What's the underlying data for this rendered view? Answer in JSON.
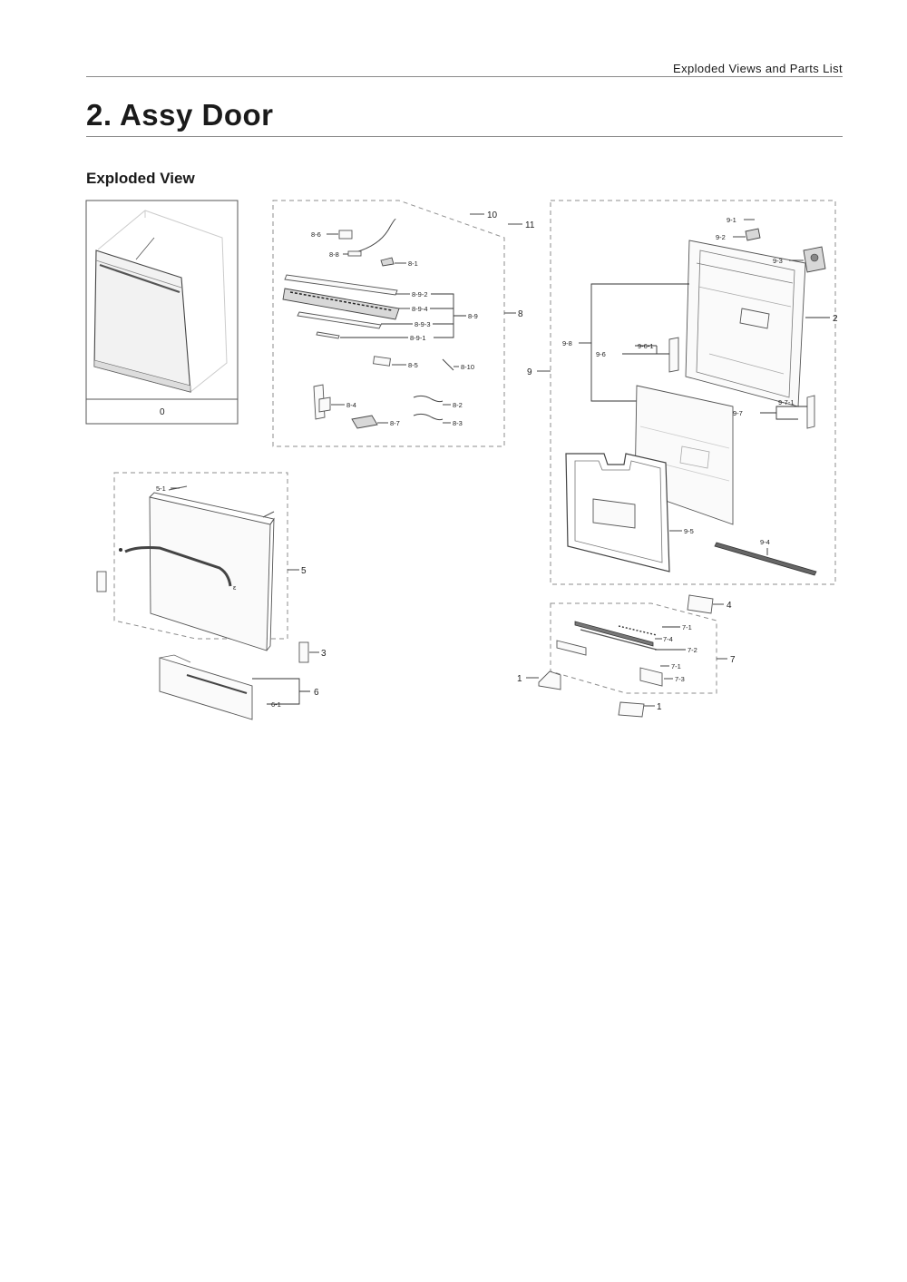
{
  "header": {
    "section_title": "Exploded Views and Parts List"
  },
  "page": {
    "title": "2.  Assy Door",
    "subtitle": "Exploded View"
  },
  "inset": {
    "label": "0"
  },
  "callouts": {
    "c10": "10",
    "c11": "11",
    "c8": "8",
    "c8_1": "8-1",
    "c8_2": "8-2",
    "c8_3": "8-3",
    "c8_4": "8-4",
    "c8_5": "8-5",
    "c8_6": "8-6",
    "c8_7": "8-7",
    "c8_8": "8-8",
    "c8_9": "8-9",
    "c8_10": "8-10",
    "c8_9_1": "8-9-1",
    "c8_9_2": "8-9-2",
    "c8_9_3": "8-9-3",
    "c8_9_4": "8-9-4",
    "c9": "9",
    "c9_1": "9-1",
    "c9_2": "9-2",
    "c9_3": "9-3",
    "c9_4": "9-4",
    "c9_5": "9-5",
    "c9_6": "9-6",
    "c9_6_1": "9-6-1",
    "c9_7": "9-7",
    "c9_7_1": "9-7-1",
    "c9_8": "9-8",
    "c2": "2",
    "c5": "5",
    "c5_1": "5-1",
    "c3": "3",
    "c6": "6",
    "c6_1": "6-1",
    "c4": "4",
    "c7": "7",
    "c7_1a": "7-1",
    "c7_1b": "7-1",
    "c7_2": "7-2",
    "c7_3": "7-3",
    "c7_4": "7-4",
    "c1a": "1",
    "c1b": "1"
  }
}
